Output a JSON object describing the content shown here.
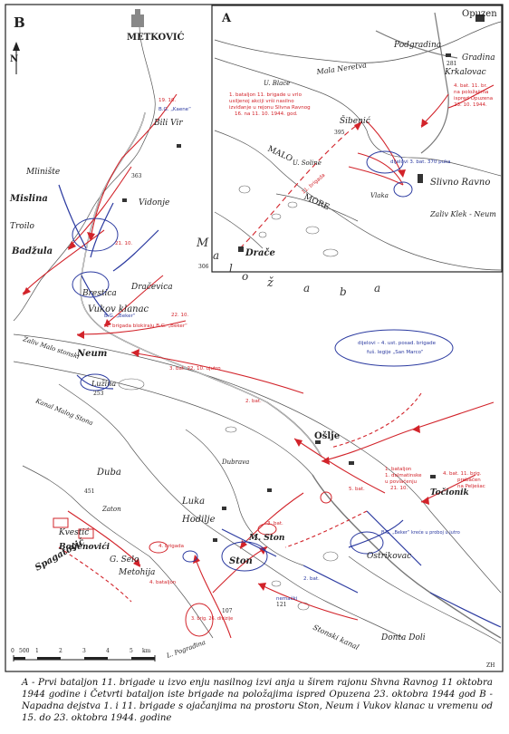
{
  "panels": {
    "a_label": "A",
    "b_label": "B"
  },
  "compass": {
    "north_letter": "N"
  },
  "towns_b": [
    {
      "id": "metkovic",
      "label": "METKOVIĆ"
    },
    {
      "id": "bilivir",
      "label": "Bili Vir"
    },
    {
      "id": "mliniste",
      "label": "Mlinište"
    },
    {
      "id": "misline",
      "label": "Mislina"
    },
    {
      "id": "troilo",
      "label": "Troilo"
    },
    {
      "id": "vidonje",
      "label": "Vidonje"
    },
    {
      "id": "badzula",
      "label": "Badžula"
    },
    {
      "id": "dracevica",
      "label": "Dračevica"
    },
    {
      "id": "brestica",
      "label": "Brestica"
    },
    {
      "id": "vukovklanac",
      "label": "Vukov klanac"
    },
    {
      "id": "neum",
      "label": "Neum"
    },
    {
      "id": "luzina",
      "label": "Lužina"
    },
    {
      "id": "duba",
      "label": "Duba"
    },
    {
      "id": "luka",
      "label": "Luka"
    },
    {
      "id": "hodilje",
      "label": "Hodilje"
    },
    {
      "id": "mston",
      "label": "M. Ston"
    },
    {
      "id": "ston",
      "label": "Ston"
    },
    {
      "id": "osljne",
      "label": "Ošlje"
    },
    {
      "id": "topolo",
      "label": "Točionik"
    },
    {
      "id": "ostrikovac",
      "label": "Ostrikovac"
    },
    {
      "id": "dontadoli",
      "label": "Donta Doli"
    },
    {
      "id": "kvestic",
      "label": "Kvestić"
    },
    {
      "id": "boljenovici",
      "label": "Boljenovići"
    },
    {
      "id": "gselo",
      "label": "G. Selo"
    },
    {
      "id": "spagatovic",
      "label": "Spagatović"
    },
    {
      "id": "metohija",
      "label": "Metohija"
    },
    {
      "id": "zaton",
      "label": "Zaton"
    },
    {
      "id": "dubrava",
      "label": "Dubrava"
    }
  ],
  "towns_a": [
    {
      "id": "opuzen",
      "label": "Opuzen"
    },
    {
      "id": "podgradina",
      "label": "Podgradina"
    },
    {
      "id": "gradina",
      "label": "Gradina"
    },
    {
      "id": "krkalovac",
      "label": "Krkalovac"
    },
    {
      "id": "sibenic",
      "label": "Šibenić"
    },
    {
      "id": "slivno",
      "label": "Slivno Ravno"
    },
    {
      "id": "drace",
      "label": "Drače"
    },
    {
      "id": "malo",
      "label": "MALO"
    },
    {
      "id": "more",
      "label": "MORE"
    },
    {
      "id": "zaliv",
      "label": "Zaliv Klek - Neum"
    },
    {
      "id": "usoline",
      "label": "U. Soline"
    },
    {
      "id": "ublace",
      "label": "U. Blace"
    },
    {
      "id": "bacina",
      "label": "Vlaka"
    }
  ],
  "water": {
    "neretva": "Mala Neretva",
    "zaliv_malostonski": "Zaliv Malo stonski",
    "kanal": "Kanal Malog Stona",
    "stonski_kanal": "Stonski kanal",
    "lpogradina": "L. Pograđina",
    "sea_letters": [
      "M",
      "a",
      "l",
      "o",
      "ž",
      "a",
      "b",
      "a"
    ]
  },
  "notes_red": [
    "1. bataljon 11. brigade u vrlo",
    "usiljenoj akciji vrši nasilno",
    "izviđanje u rejonu Slivna Ravnog",
    "16. na 11. 10. 1944. god.",
    "4. bat. 11. br.",
    "na položajima",
    "ispred Opuzena",
    "23. 10. 1944.",
    "11. brigada",
    "1. bataljon",
    "1. dalmatinske",
    "u povlačenju",
    "21. 10.",
    "5. bat.",
    "2. bat.",
    "3. bat.",
    "4. bataljon",
    "3. brig. 26. divizije",
    "1. brigada blokiraju B.G. „Beker“",
    "3. bat. 22. 10. ujutro",
    "4. bat. 11. brig.",
    "prebačen",
    "na Pelješac",
    "4. brigada",
    "19. 10.",
    "21. 10.",
    "22. 10."
  ],
  "notes_blue": [
    "B.G. „Kaene“",
    "B.G. „Beker“",
    "dijelovi 3. bat. 370 puka",
    "dijelovi – 4. ust. posad. brigade",
    "fuš. legije „San Marco“",
    "B.G. „Beker“ kreće u proboj u jutro",
    "2. bat.",
    "nemački",
    "363",
    "306",
    "253",
    "451",
    "395",
    "281",
    "121",
    "107"
  ],
  "scale": {
    "ticks": [
      "0",
      "500",
      "1",
      "2",
      "3",
      "4",
      "5"
    ],
    "unit": "km"
  },
  "corner_mark": "ZH",
  "caption": "A - Prvi bataljon 11. brigade u izvo enju nasilnog izvi anja u širem rajonu Shvna Ravnog 11 oktobra 1944 godine i Četvrti bataljon iste brigade na položajima ispred Opuzena 23. oktobra 1944 god B - Napadna dejstva 1. i 11. brigade s ojačanjima na prostoru Ston, Neum i Vukov klanac u vremenu od 15. do 23. oktobra 1944. godine",
  "colors": {
    "red": "#d2232a",
    "blue": "#2b3aa0",
    "ink": "#222222",
    "road": "#666666"
  }
}
